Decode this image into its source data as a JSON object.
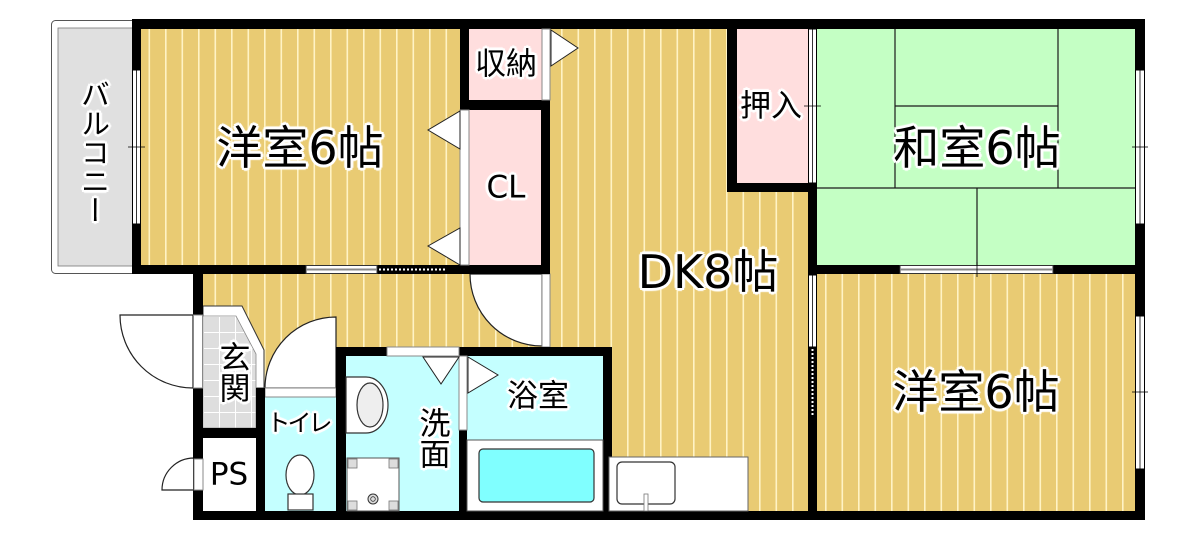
{
  "plan": {
    "rooms": {
      "western_room_upper": {
        "label": "洋室6帖"
      },
      "storage": {
        "label": "収納"
      },
      "closet": {
        "label": "CL"
      },
      "dining_kitchen": {
        "label": "DK8帖"
      },
      "oshiire": {
        "label": "押入"
      },
      "japanese_room": {
        "label": "和室6帖"
      },
      "western_room_lower": {
        "label": "洋室6帖"
      },
      "balcony": {
        "label": "バルコニー"
      },
      "entrance": {
        "label": "玄関"
      },
      "pipe_space": {
        "label": "PS"
      },
      "toilet": {
        "label": "トイレ"
      },
      "washroom": {
        "label": "洗面"
      },
      "bathroom": {
        "label": "浴室"
      }
    },
    "colors": {
      "wood_floor": "#e9cb73",
      "wood_grain": "#fff3c4",
      "storage_pink": "#ffdede",
      "tatami_green": "#c4ffc4",
      "wet_area_cyan": "#c4ffff",
      "bathtub_cyan": "#80ffff",
      "balcony_grey": "#e0e0e0",
      "entrance_tile": "#dedede",
      "wall": "#000000"
    }
  }
}
